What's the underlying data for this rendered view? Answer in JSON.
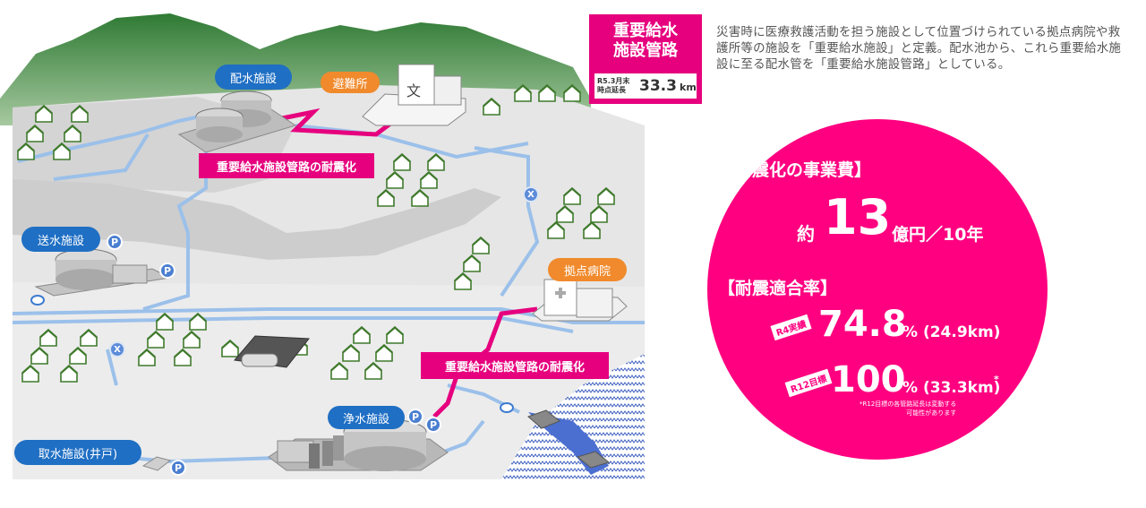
{
  "map_labels": {
    "distribution_facility": "配水施設",
    "evacuation_site": "避難所",
    "school_glyph": "文",
    "transmission_facility": "送水施設",
    "hub_hospital": "拠点病院",
    "purification_plant": "浄水施設",
    "intake_facility": "取水施設(井戸)",
    "pump_glyph": "P",
    "valve_glyph": "X"
  },
  "banners": {
    "upper": "重要給水施設管路の耐震化",
    "lower": "重要給水施設管路の耐震化"
  },
  "length_box": {
    "title": "重要給水\n施設管路",
    "as_of_label": "R5.3月末\n時点延長",
    "value": "33.3",
    "unit": "km"
  },
  "description": "災害時に医療救護活動を担う施設として位置づけられている拠点病院や救護所等の施設を「重要給水施設」と定義。配水池から、これら重要給水施設に至る配水管を「重要給水施設管路」としている。",
  "summary": {
    "cost_heading": "【耐震化の事業費】",
    "cost_prefix": "約",
    "cost_value": "13",
    "cost_unit": "億円／10年",
    "rate_heading": "【耐震適合率】",
    "r4_tag": "R4実績",
    "r4_value": "74.8",
    "r4_unit": "% (24.9km)",
    "r12_tag": "R12目標",
    "r12_value": "100",
    "r12_unit": "% (33.3km)",
    "r12_mark": "*",
    "footnote": "*R12目標の各管路延長は変動する\n可能性があります"
  },
  "colors": {
    "accent_magenta": "#e6007e",
    "circle_pink": "#ff0080",
    "facility_blue": "#1f6fc4",
    "facility_orange": "#f08a2c",
    "mountain_green": "#3e8a3e",
    "pipe_blue": "#8fb8e8"
  }
}
